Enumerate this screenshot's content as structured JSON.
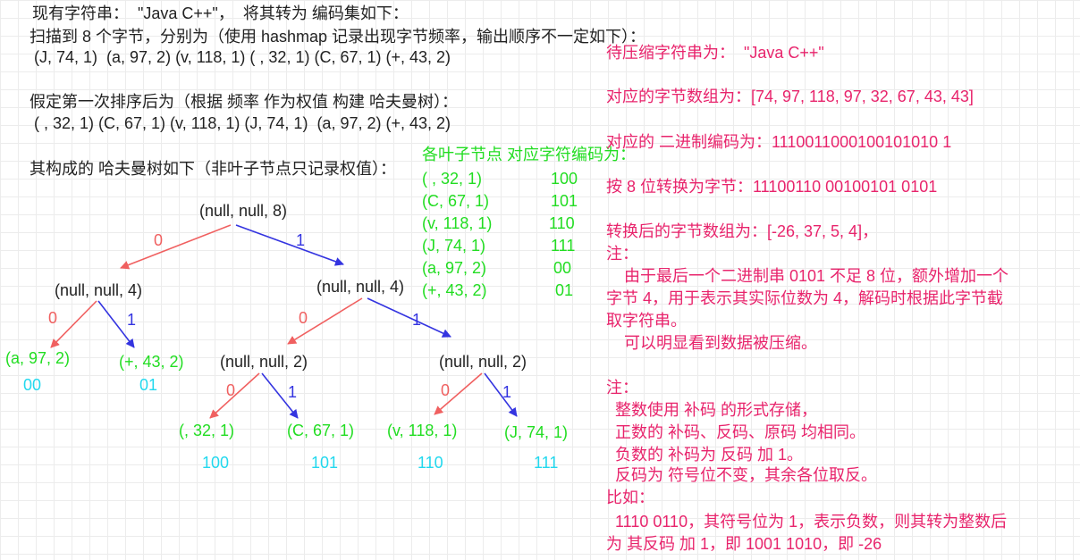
{
  "intro": {
    "line1": "现有字符串：  \"Java C++\"，  将其转为 编码集如下：",
    "line2": "扫描到 8 个字节，分别为（使用 hashmap 记录出现字节频率，输出顺序不一定如下）：",
    "line3": " (J, 74, 1)  (a, 97, 2) (v, 118, 1) ( , 32, 1) (C, 67, 1) (+, 43, 2)",
    "line4": "假定第一次排序后为（根据 频率 作为权值 构建 哈夫曼树）：",
    "line5": " ( , 32, 1) (C, 67, 1) (v, 118, 1) (J, 74, 1)  (a, 97, 2) (+, 43, 2)",
    "line6": "其构成的 哈夫曼树如下（非叶子节点只记录权值）："
  },
  "codes_table": {
    "header": "各叶子节点 对应字符编码为：",
    "rows": [
      {
        "node": "( , 32, 1)",
        "code": "100"
      },
      {
        "node": "(C, 67, 1)",
        "code": "101"
      },
      {
        "node": "(v, 118, 1)",
        "code": "110"
      },
      {
        "node": "(J, 74, 1)",
        "code": "111"
      },
      {
        "node": "(a, 97, 2)",
        "code": "00"
      },
      {
        "node": "(+, 43, 2)",
        "code": "01"
      }
    ]
  },
  "tree": {
    "root": "(null, null, 8)",
    "left_internal": "(null, null, 4)",
    "right_internal": "(null, null, 4)",
    "rl_internal": "(null, null, 2)",
    "rr_internal": "(null, null, 2)",
    "leaves": {
      "a": {
        "label": "(a, 97, 2)",
        "code": "00"
      },
      "plus": {
        "label": "(+, 43, 2)",
        "code": "01"
      },
      "space": {
        "label": "(, 32, 1)",
        "code": "100"
      },
      "c": {
        "label": "(C, 67, 1)",
        "code": "101"
      },
      "v": {
        "label": "(v, 118, 1)",
        "code": "110"
      },
      "j": {
        "label": "(J, 74, 1)",
        "code": "111"
      }
    },
    "edge_zero": "0",
    "edge_one": "1"
  },
  "notes": {
    "p1": "待压缩字符串为：  \"Java C++\"",
    "p2": "对应的字节数组为：[74, 97, 118, 97, 32, 67, 43, 43]",
    "p3": "对应的 二进制编码为：1110011000100101010 1",
    "p4": "按 8 位转换为字节：11100110 00100101 0101",
    "p5": "转换后的字节数组为：[-26, 37, 5, 4]，",
    "p6": "注：",
    "p7": "    由于最后一个二进制串 0101 不足 8 位，额外增加一个",
    "p8": "字节 4，用于表示其实际位数为 4，解码时根据此字节截",
    "p9": "取字符串。",
    "p10": "    可以明显看到数据被压缩。",
    "p11": "注：",
    "p12": "  整数使用 补码 的形式存储，",
    "p13": "  正数的 补码、反码、原码 均相同。",
    "p14": "  负数的 补码为 反码 加 1。",
    "p15": "  反码为 符号位不变，其余各位取反。",
    "p16": "比如：",
    "p17": "  1110 0110，其符号位为 1，表示负数，则其转为整数后",
    "p18": "为 其反码 加 1，即 1001 1010，即 -26"
  },
  "colors": {
    "text": "#222222",
    "leaf": "#22dd22",
    "code": "#22d8ee",
    "notes": "#e8246c",
    "edge_zero": "#f06060",
    "edge_one": "#3434e0"
  }
}
